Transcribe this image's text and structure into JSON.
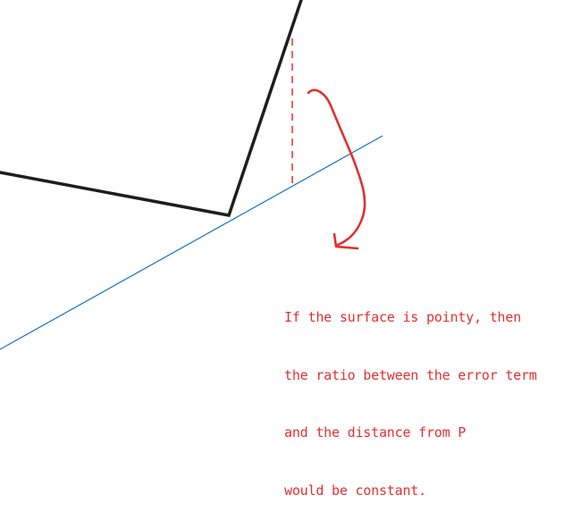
{
  "annotation": {
    "lines": [
      "If the surface is pointy, then",
      "the ratio between the error term",
      "and the distance from P",
      "would be constant."
    ]
  },
  "colors": {
    "surface": "#1e1e1e",
    "tangent_line": "#1971c2",
    "annotation": "#e03131",
    "dashed_measure": "#e03131"
  },
  "icons": {
    "arrow": "curved-arrow-icon"
  }
}
